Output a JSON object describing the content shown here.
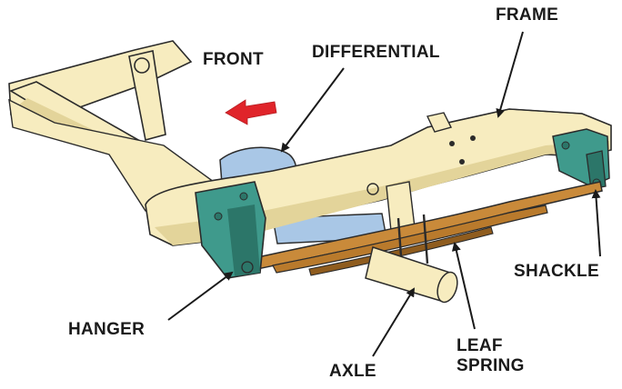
{
  "labels": {
    "frame": "FRAME",
    "front": "FRONT",
    "differential": "DIFFERENTIAL",
    "shackle": "SHACKLE",
    "hanger": "HANGER",
    "axle": "AXLE",
    "leaf_spring_line1": "LEAF",
    "leaf_spring_line2": "SPRING"
  },
  "colors": {
    "frame": "#f7ecbf",
    "frame_shade": "#e3d49a",
    "outline": "#2b2b2b",
    "bracket": "#3f9a8c",
    "bracket_dark": "#2c7669",
    "leaf_spring": "#c98a3a",
    "leaf_spring_dark": "#8f5c1e",
    "differential": "#a9c7e6",
    "arrow_red": "#e0242a"
  },
  "icons": {
    "front_arrow": "red-left-arrow-icon"
  }
}
